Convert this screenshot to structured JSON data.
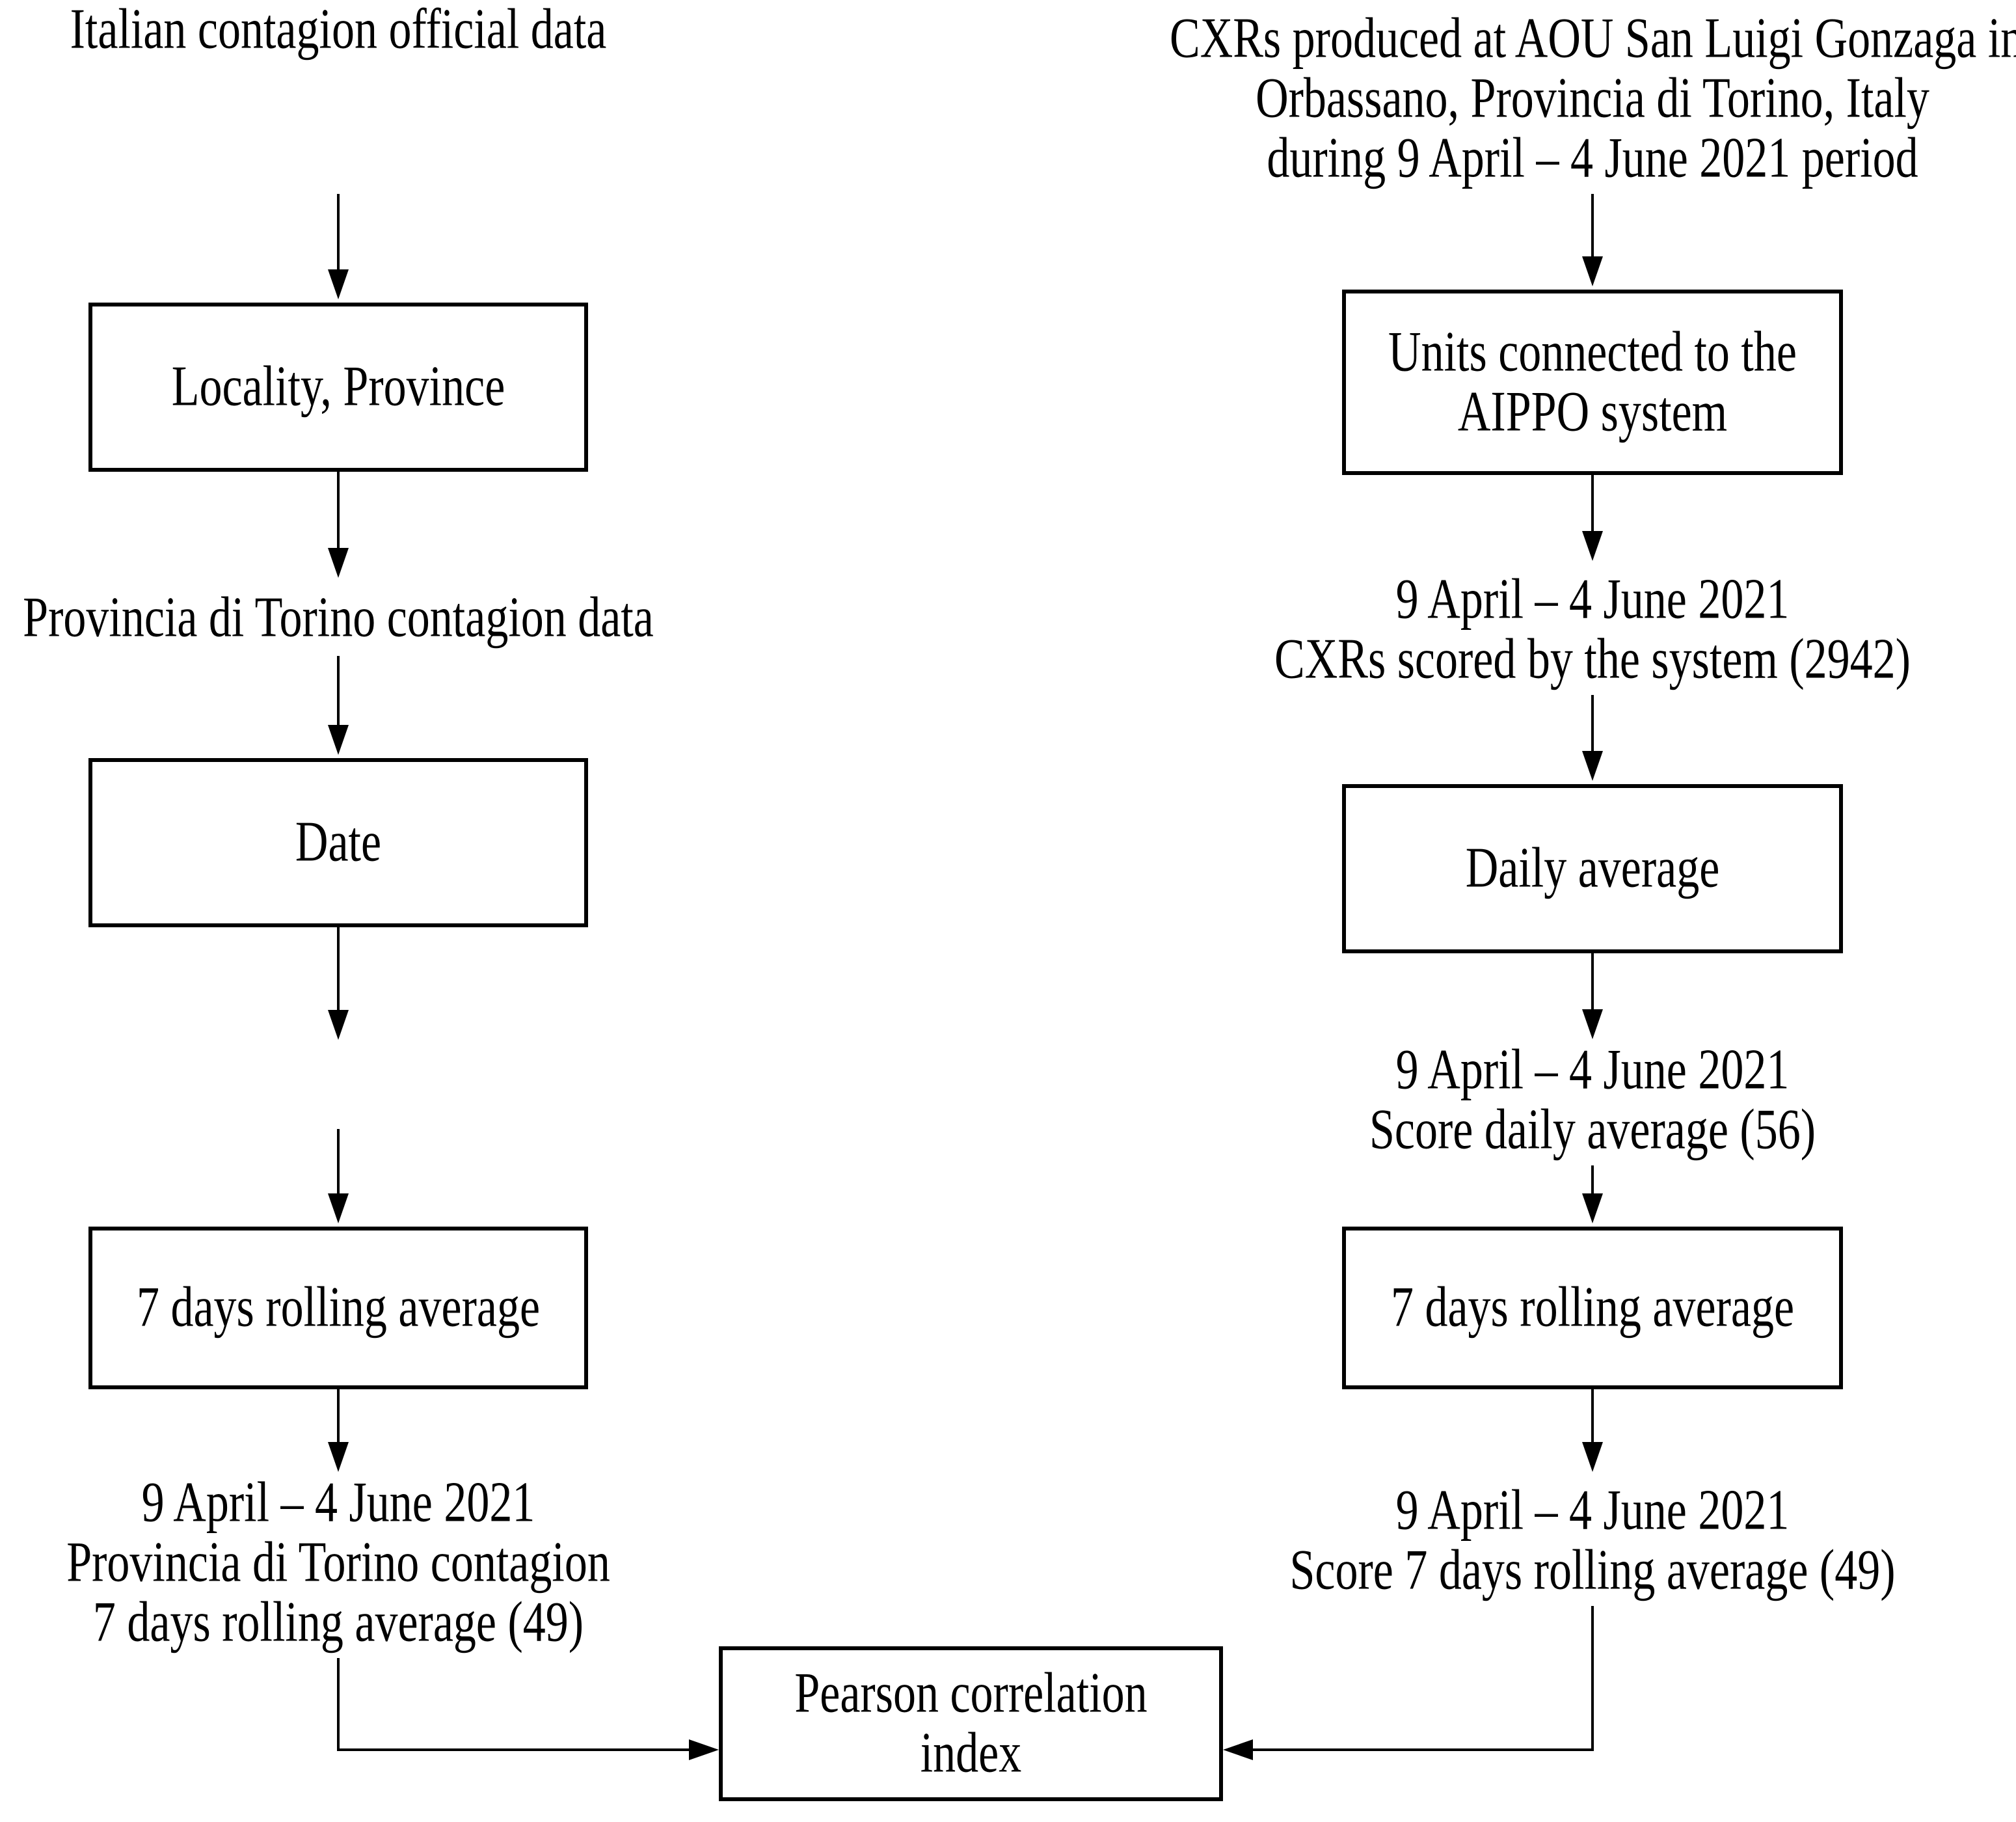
{
  "colors": {
    "ink": "#000000",
    "paper": "#ffffff"
  },
  "left": {
    "source": "Italian contagion official data",
    "box_locality": "Locality, Province",
    "label_contagion": "Provincia di Torino contagion data",
    "box_date": "Date",
    "box_rolling": "7 days rolling average",
    "result": [
      "9 April – 4 June 2021",
      "Provincia di Torino contagion",
      "7 days rolling average (49)"
    ]
  },
  "right": {
    "source": [
      "CXRs produced at AOU San Luigi Gonzaga in",
      "Orbassano, Provincia di Torino, Italy",
      "during 9 April – 4 June 2021 period"
    ],
    "box_units": [
      "Units connected to the",
      "AIPPO system"
    ],
    "label_scored": [
      "9 April – 4 June 2021",
      "CXRs scored by the system (2942)"
    ],
    "box_daily": "Daily average",
    "label_daily_avg": [
      "9 April – 4 June 2021",
      "Score daily average (56)"
    ],
    "box_rolling": "7 days rolling average",
    "label_rolling_avg": [
      "9 April – 4 June 2021",
      "Score 7 days rolling average (49)"
    ]
  },
  "merge": {
    "box_pearson": [
      "Pearson correlation",
      "index"
    ]
  }
}
